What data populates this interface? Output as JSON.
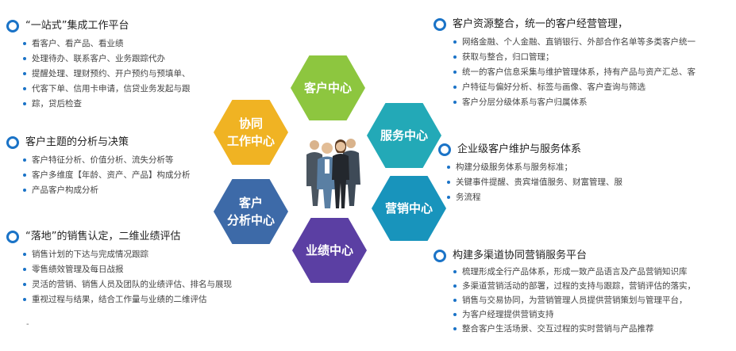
{
  "colors": {
    "accent_blue": "#1a73c7",
    "hex_customer": "#8dc63f",
    "hex_service": "#23a9b7",
    "hex_marketing": "#1894bc",
    "hex_performance": "#5b3fa3",
    "hex_analysis": "#3d6aa8",
    "hex_collab": "#f0b323"
  },
  "hexagons": {
    "customer": "客户中心",
    "service": "服务中心",
    "marketing": "营销中心",
    "performance": "业绩中心",
    "analysis": "客户\n分析中心",
    "collab": "协同\n工作中心"
  },
  "sections": {
    "one_stop": {
      "title": "“一站式”集成工作平台",
      "items": [
        "看客户、看产品、看业绩",
        "处理待办、联系客户、业务跟踪代办",
        "提醒处理、理财预约、开户预约与预填单、",
        "代客下单、信用卡申请，信贷业务发起与跟",
        "踪，贷后检查"
      ]
    },
    "analysis": {
      "title": "客户主题的分析与决策",
      "items": [
        "客户特征分析、价值分析、流失分析等",
        "客户多维度【年龄、资产、产品】构成分析",
        "产品客户构成分析"
      ]
    },
    "landing": {
      "title": "“落地”的销售认定，二维业绩评估",
      "items": [
        "销售计划的下达与完成情况跟踪",
        "零售绩效管理及每日战报",
        "灵活的营销、销售人员及团队的业绩评估、排名与展现",
        "重视过程与结果，结合工作量与业绩的二维评估"
      ]
    },
    "resource": {
      "title": "客户资源整合，统一的客户经营管理，",
      "items": [
        "网络金融、个人金融、直销银行、外部合作名单等多类客户统一",
        "获取与整合，归口管理；",
        "统一的客户信息采集与维护管理体系，持有产品与资产汇总、客",
        "户特征与偏好分析、标签与画像、客户查询与筛选",
        "客户分层分级体系与客户归属体系"
      ]
    },
    "enterprise": {
      "title": "企业级客户维护与服务体系",
      "items": [
        "构建分级服务体系与服务标准；",
        "关键事件提醒、贵宾增值服务、财富管理、服",
        "务流程"
      ]
    },
    "multichannel": {
      "title": "构建多渠道协同营销服务平台",
      "items": [
        "梳理形成全行产品体系，形成一致产品语言及产品营销知识库",
        "多渠道营销活动的部署，过程的支持与跟踪，营销评估的落实，",
        "销售与交易协同，为营销管理人员提供营销策划与管理平台，",
        "为客户经理提供营销支持",
        "整合客户生活场景、交互过程的实时营销与产品推荐"
      ]
    }
  },
  "footer_mark": "-"
}
